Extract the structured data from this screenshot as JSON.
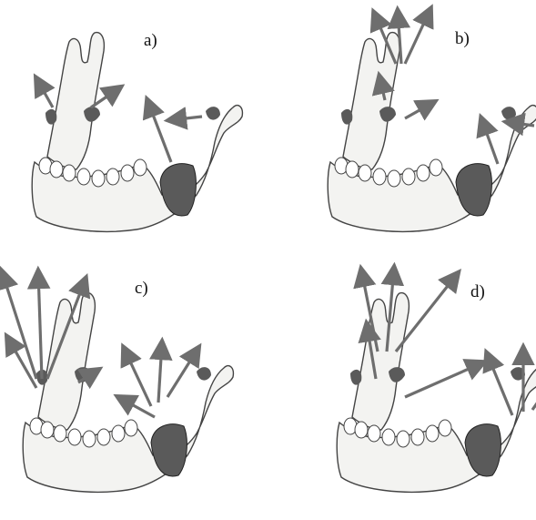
{
  "figure": {
    "background": "#ffffff",
    "bone_stroke": "#444444",
    "bone_fill": "#f3f3f1",
    "muscle_color": "#5a5a5a",
    "arrow_color": "#6e6e6e",
    "panels": [
      {
        "id": "a",
        "label": "a)"
      },
      {
        "id": "b",
        "label": "b)"
      },
      {
        "id": "c",
        "label": "c)"
      },
      {
        "id": "d",
        "label": "d)"
      }
    ]
  }
}
